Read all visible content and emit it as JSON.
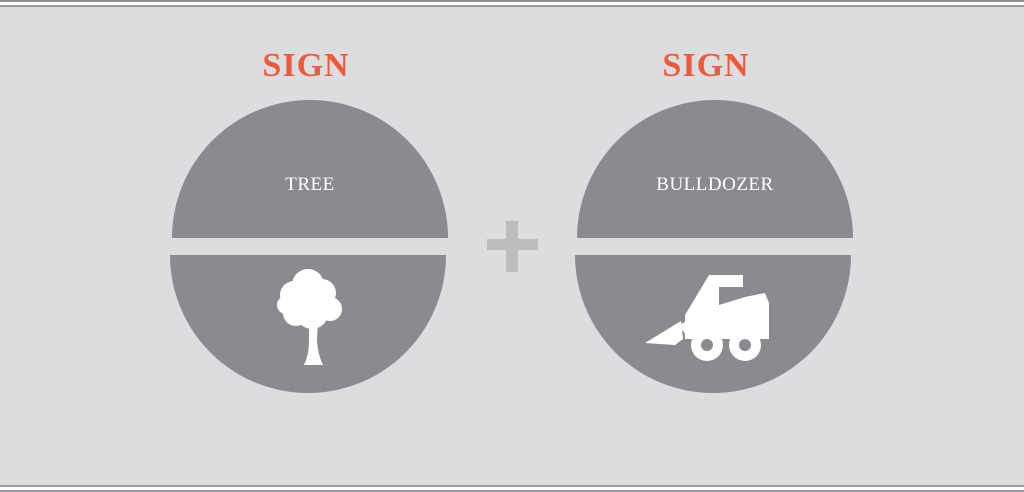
{
  "diagram": {
    "operator": "+",
    "colors": {
      "background": "#dcdddf",
      "circle_fill": "#8a8b8f",
      "sign_title": "#f05a3c",
      "label_text": "#ffffff",
      "plus": "#bcbdbf"
    },
    "items": [
      {
        "title": "SIGN",
        "label": "TREE",
        "icon": "tree-icon"
      },
      {
        "title": "SIGN",
        "label": "BULLDOZER",
        "icon": "bulldozer-icon"
      }
    ]
  }
}
